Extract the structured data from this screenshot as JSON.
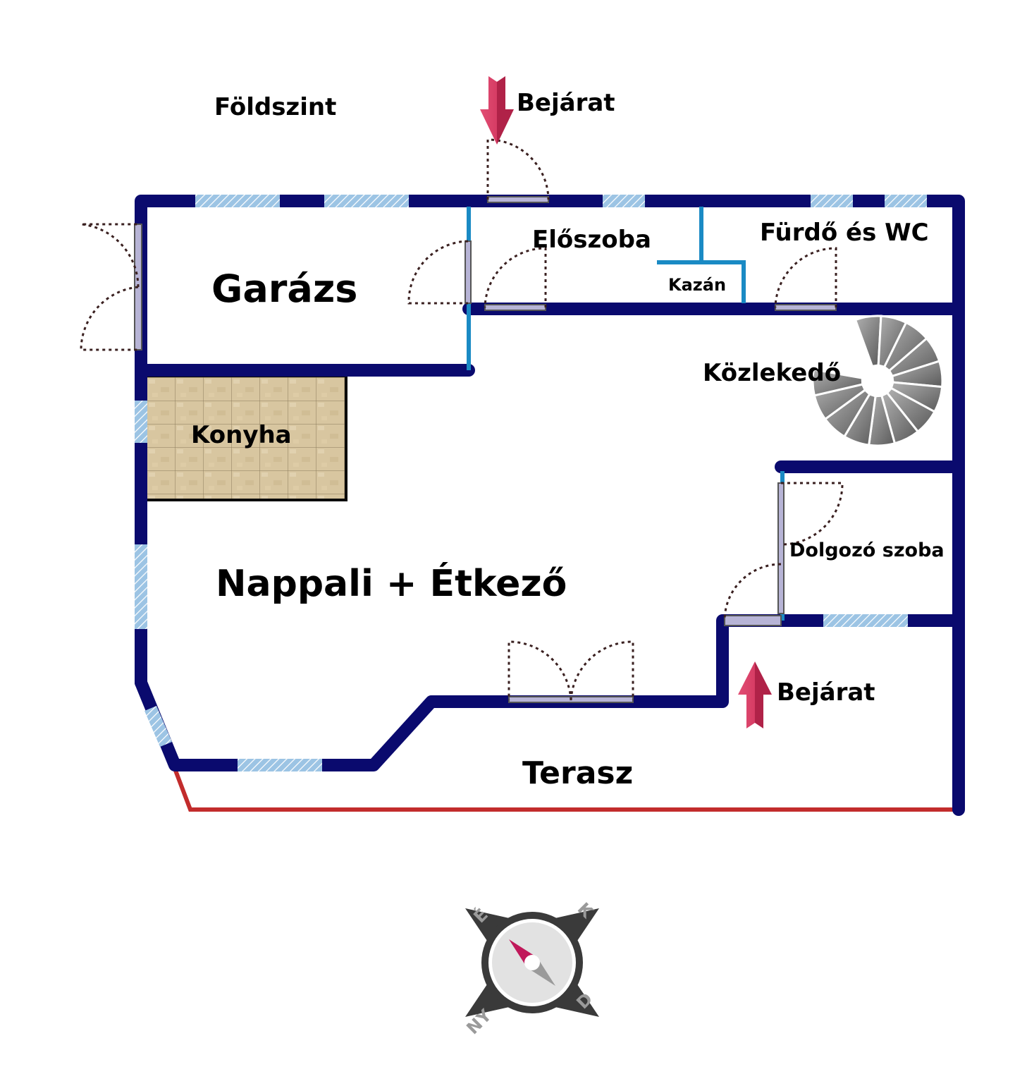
{
  "floor_title": "Földszint",
  "entrances": {
    "top": "Bejárat",
    "right": "Bejárat"
  },
  "rooms": {
    "garage": "Garázs",
    "hall": "Előszoba",
    "bath": "Fürdő és WC",
    "boiler": "Kazán",
    "corridor": "Közlekedő",
    "kitchen": "Konyha",
    "study": "Dolgozó szoba",
    "living": "Nappali + Étkező",
    "terrace": "Terasz"
  },
  "compass": {
    "north": "É",
    "east": "K",
    "south": "D",
    "west": "NY"
  },
  "colors": {
    "wall": "#0a0a6e",
    "partition": "#1a8ac4",
    "window": "#9cc4e4",
    "door_leaf": "#b7b4d6",
    "arrow": "#d63c64",
    "terrace_line": "#c22c2c",
    "stairs": "#777777",
    "kitchen_floor": "#d8c6a0"
  }
}
